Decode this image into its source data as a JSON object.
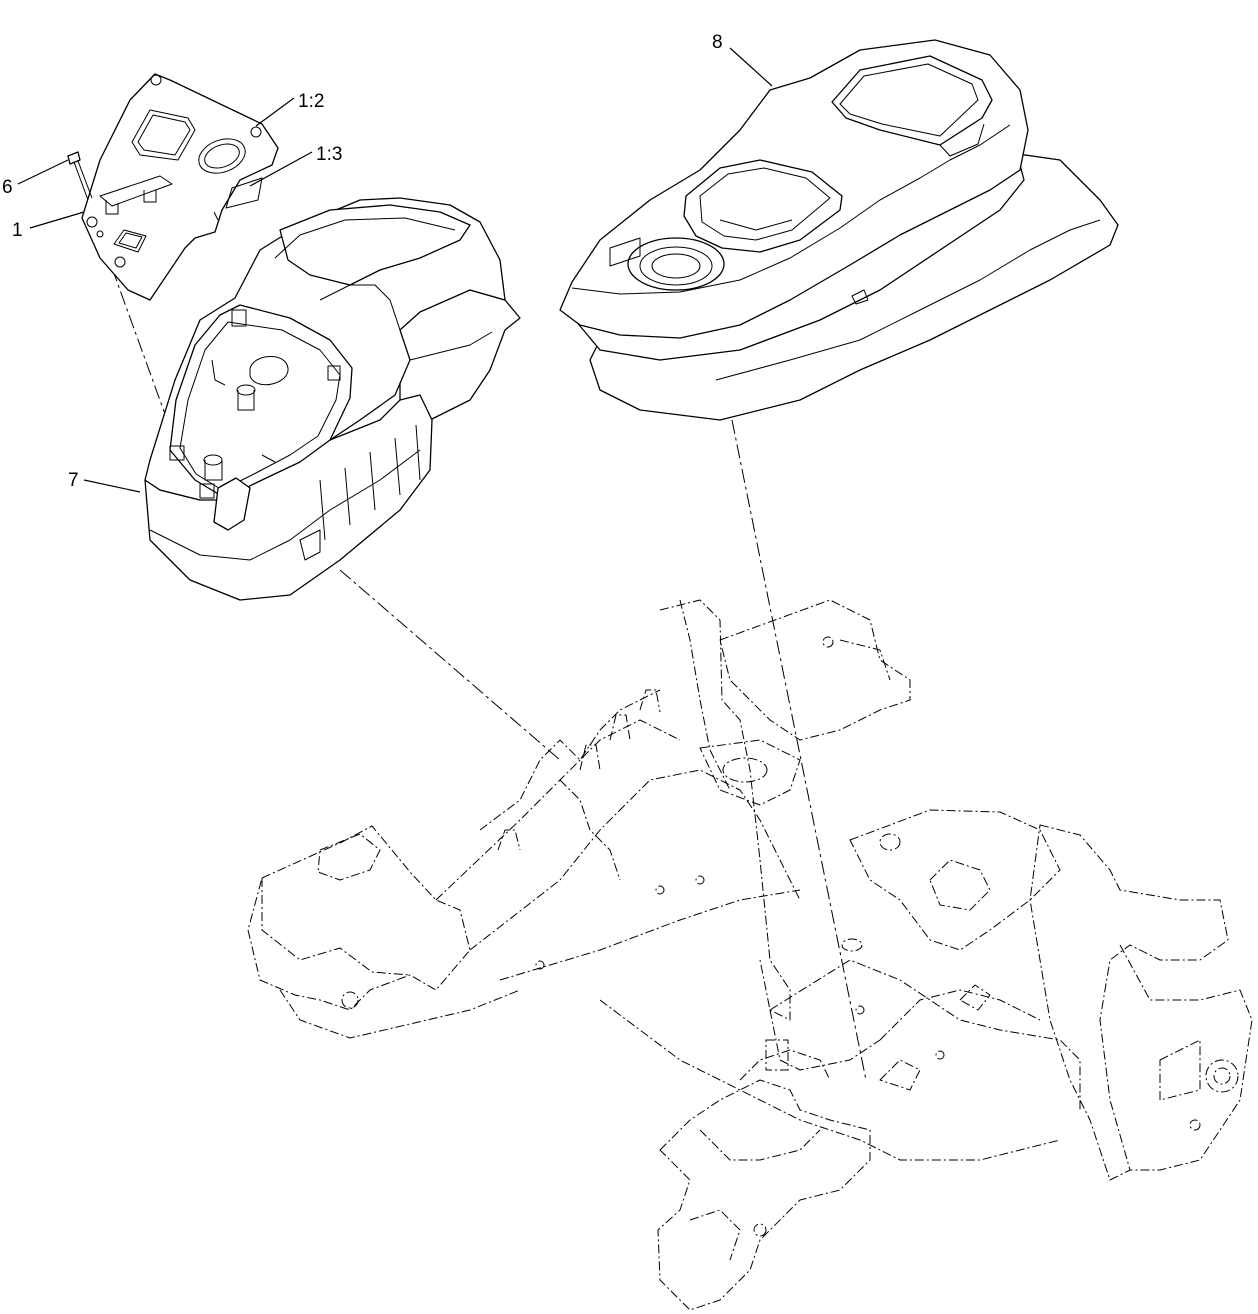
{
  "callouts": [
    {
      "id": "c1",
      "label": "1"
    },
    {
      "id": "c12",
      "label": "1:2"
    },
    {
      "id": "c13",
      "label": "1:3"
    },
    {
      "id": "c6",
      "label": "6"
    },
    {
      "id": "c7",
      "label": "7"
    },
    {
      "id": "c8",
      "label": "8"
    }
  ]
}
